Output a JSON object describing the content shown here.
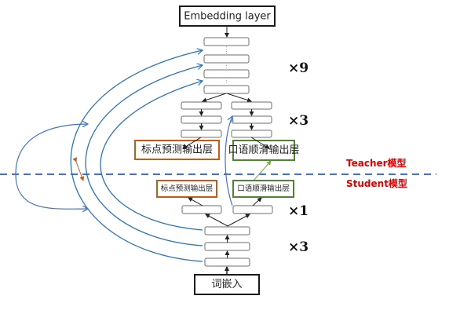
{
  "diagram": {
    "top_input": "Embedding layer",
    "bottom_input": "词嵌入",
    "teacher": {
      "repeat_main": "×9",
      "repeat_branch": "×3",
      "head_punct": "标点预测输出层",
      "head_disfl": "口语顺滑输出层"
    },
    "student": {
      "repeat_branch": "×1",
      "repeat_main": "×3",
      "head_punct": "标点预测输出层",
      "head_disfl": "口语顺滑输出层"
    },
    "divider": {
      "label_top": "Teacher模型",
      "label_bottom": "Student模型"
    },
    "colors": {
      "arc": "#2e75b6",
      "punct_border": "#c55a11",
      "disfl_border": "#548235",
      "divider": "#4472c4",
      "model_label": "#e00000"
    }
  }
}
